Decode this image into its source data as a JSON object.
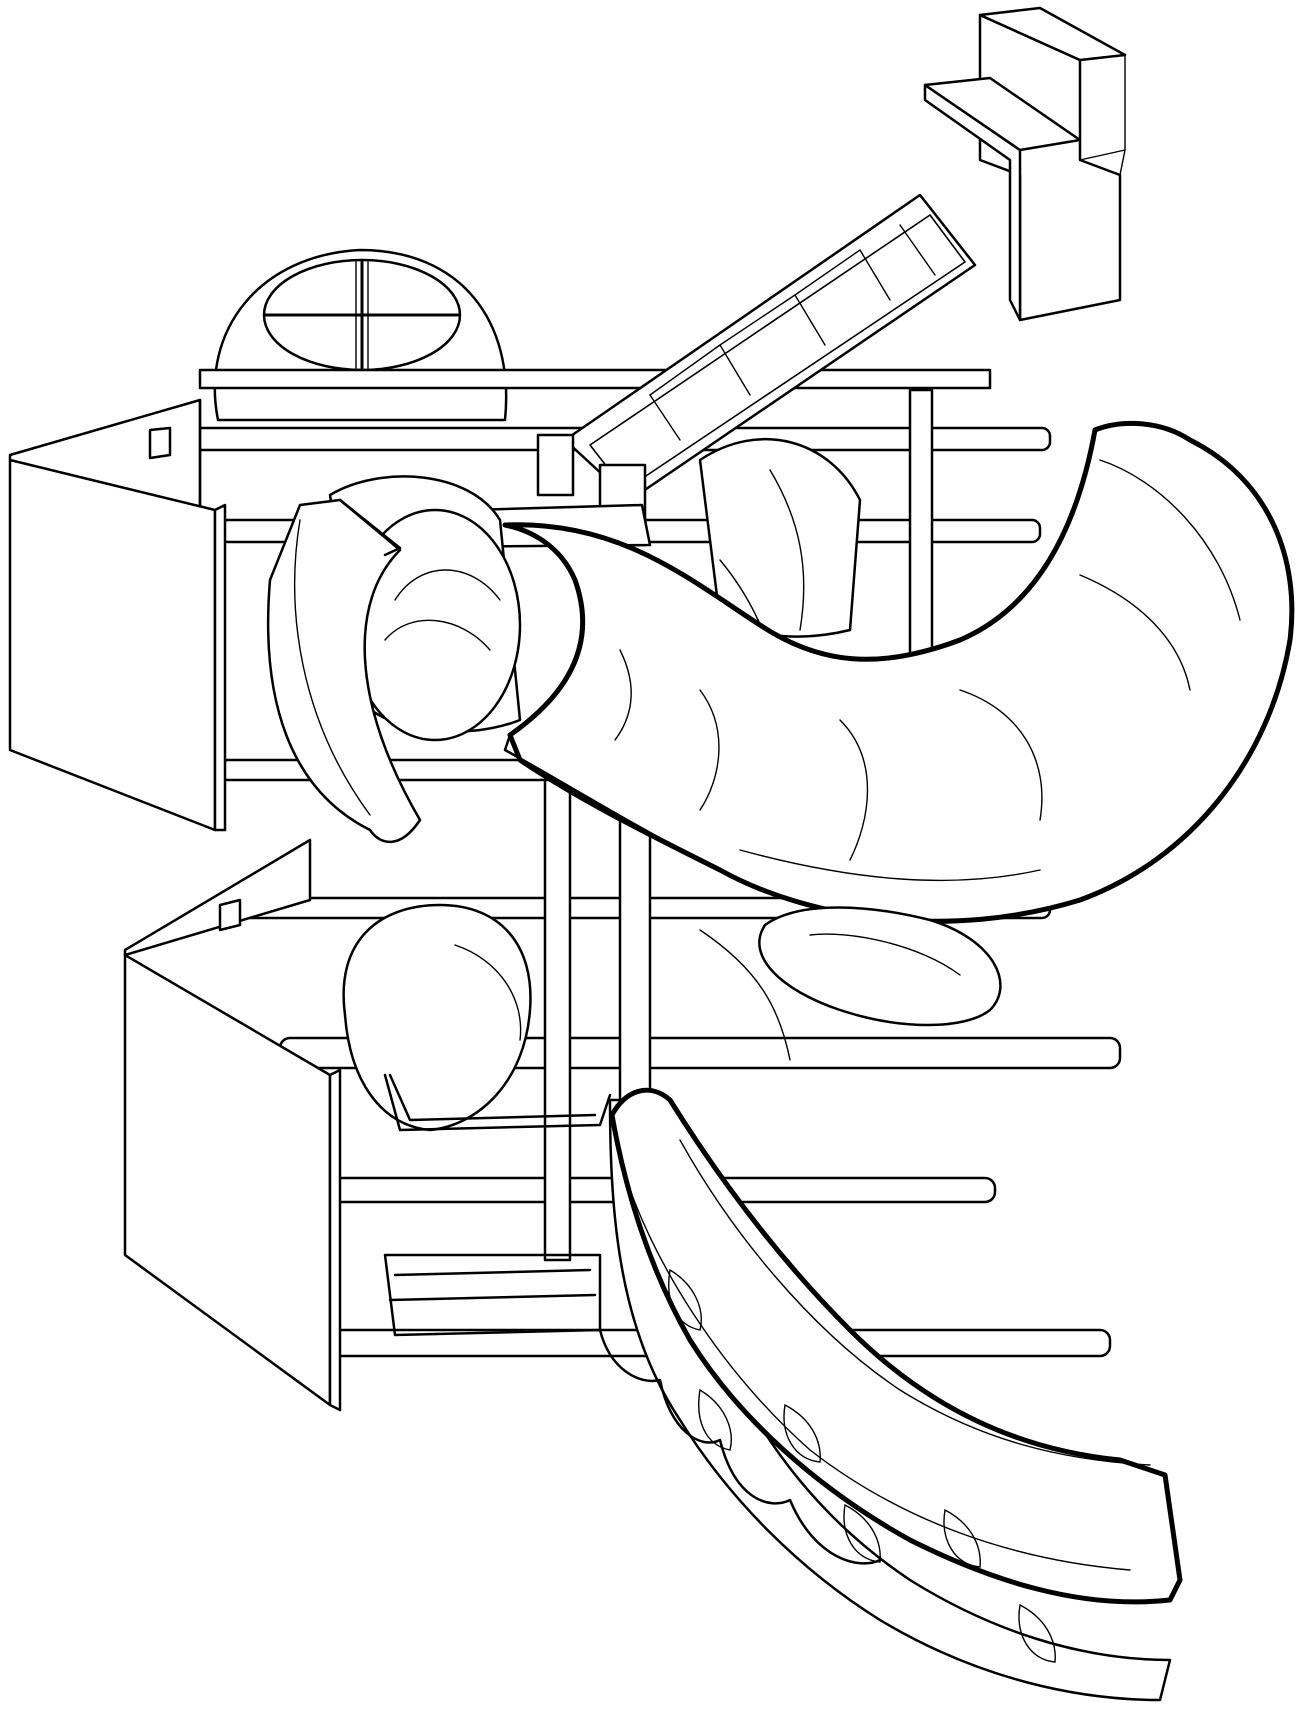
{
  "page": {
    "background": "#ffffff",
    "line_color": "#000000"
  },
  "scene": {
    "subject": "playground-structure-line-art",
    "elements": [
      "dome-roof",
      "staircase",
      "upper-curved-slide",
      "lower-spiral-slide",
      "tube-tunnel",
      "side-panels",
      "climbing-bars"
    ]
  }
}
